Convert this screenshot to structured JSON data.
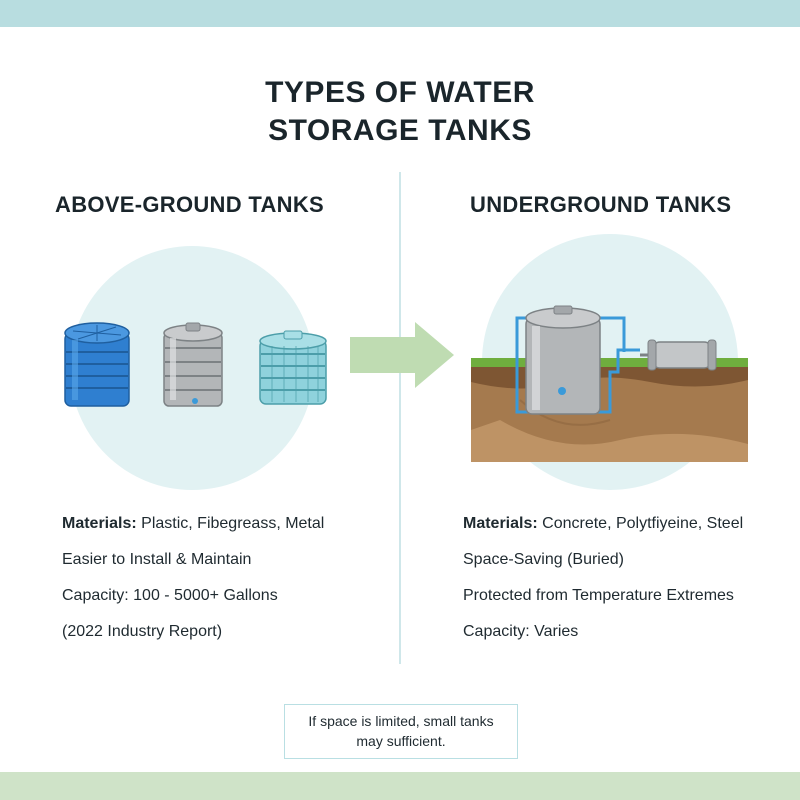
{
  "title": {
    "line1": "TYPES OF WATER",
    "line2": "STORAGE TANKS"
  },
  "above_ground": {
    "heading": "ABOVE-GROUND TANKS",
    "materials_label": "Materials:",
    "materials_value": " Plastic, Fibegreass, Metal",
    "items": [
      "Easier to Install & Maintain",
      "Capacity: 100 - 5000+ Gallons",
      "(2022 Industry Report)"
    ]
  },
  "underground": {
    "heading": "UNDERGROUND TANKS",
    "materials_label": "Materials:",
    "materials_value": " Concrete, Polytfiyeine, Steel",
    "items": [
      "Space-Saving (Buried)",
      "Protected from Temperature Extremes",
      "Capacity: Varies"
    ]
  },
  "note": {
    "line1": "If space is limited, small tanks",
    "line2": "may sufficient."
  },
  "colors": {
    "top_band": "#b8dde0",
    "bottom_band": "#cfe3c8",
    "circle_bg": "#e2f2f3",
    "arrow": "#bfdcb2",
    "blue_tank": "#2f7fd0",
    "grey_tank": "#b3b6b8",
    "teal_tank": "#8fd2dc",
    "soil": "#a57a4e",
    "grass": "#6fae3e",
    "pipe": "#3a9ad9"
  }
}
